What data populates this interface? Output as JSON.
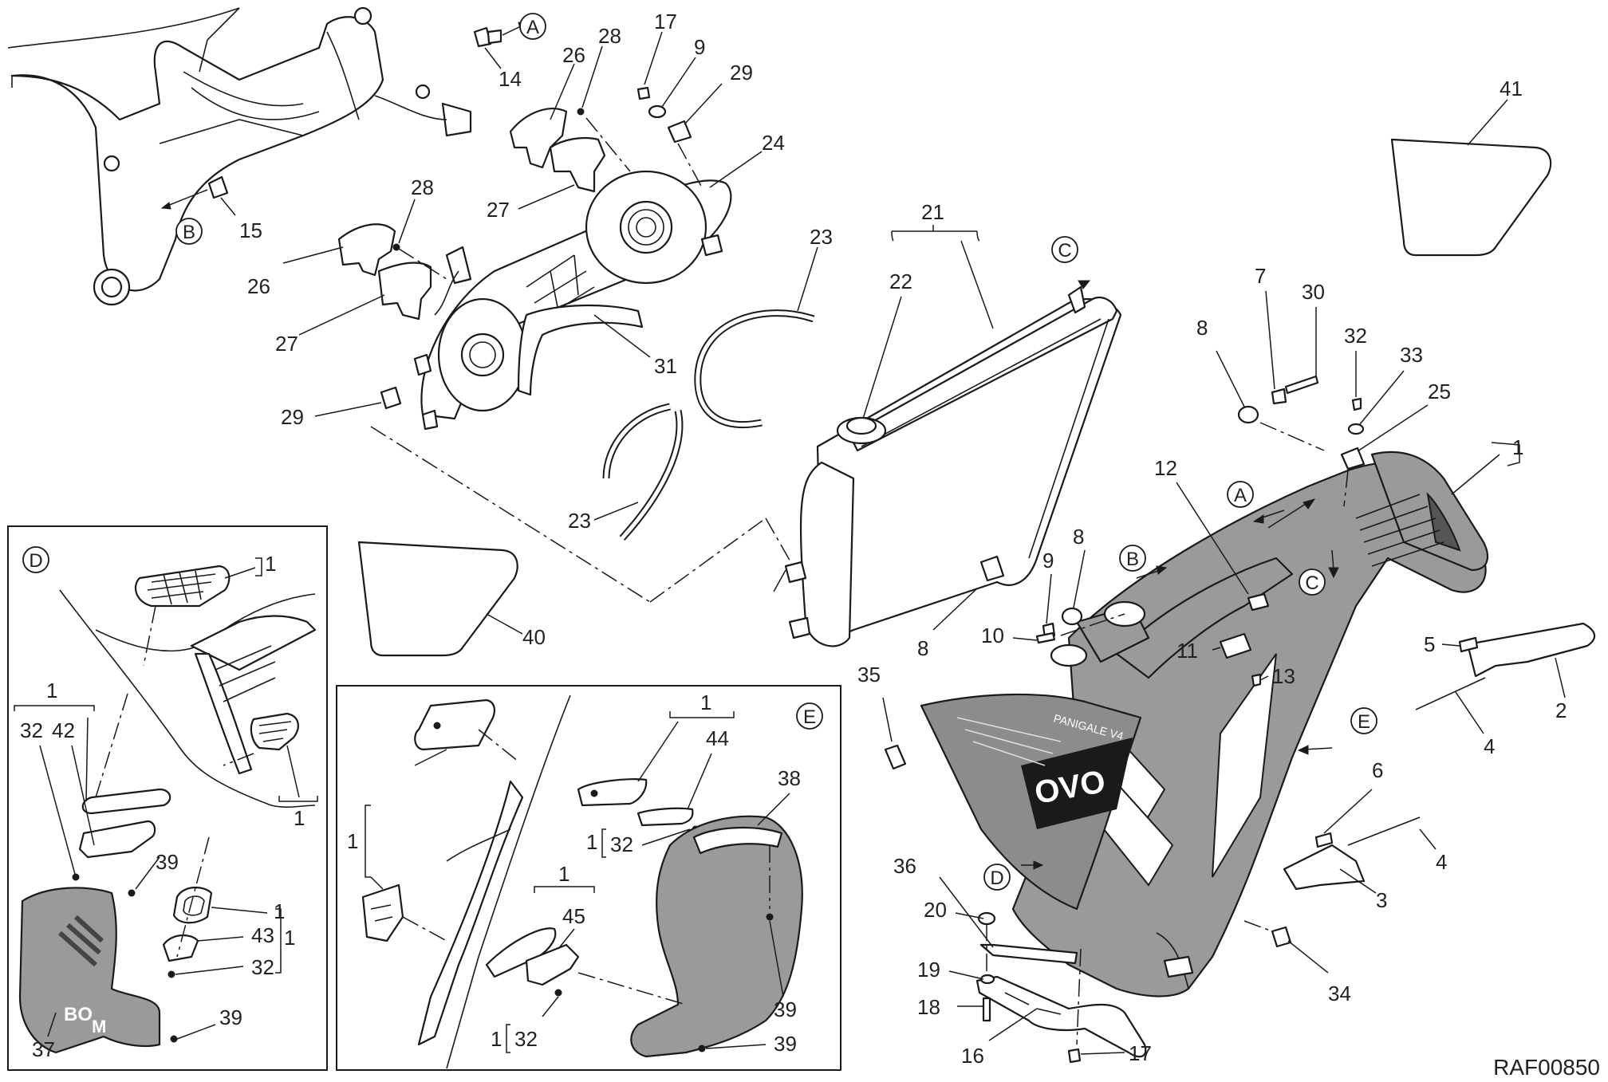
{
  "diagram_code": "RAF00850",
  "callouts": {
    "c1": "1",
    "c1b": "1",
    "c1c": "1",
    "c1d": "1",
    "c1e": "1",
    "c1f": "1",
    "c1g": "1",
    "c1h": "1",
    "c1i": "1",
    "c1j": "1",
    "c2": "2",
    "c3": "3",
    "c4a": "4",
    "c4b": "4",
    "c5": "5",
    "c6": "6",
    "c7": "7",
    "c8a": "8",
    "c8b": "8",
    "c8c": "8",
    "c9a": "9",
    "c9b": "9",
    "c10": "10",
    "c11": "11",
    "c12": "12",
    "c13": "13",
    "c14": "14",
    "c15": "15",
    "c16": "16",
    "c17a": "17",
    "c17b": "17",
    "c18": "18",
    "c19": "19",
    "c20": "20",
    "c21": "21",
    "c22": "22",
    "c23a": "23",
    "c23b": "23",
    "c24": "24",
    "c25": "25",
    "c26a": "26",
    "c26b": "26",
    "c27a": "27",
    "c27b": "27",
    "c28a": "28",
    "c28b": "28",
    "c29a": "29",
    "c29b": "29",
    "c30": "30",
    "c31": "31",
    "c32a": "32",
    "c32b": "32",
    "c32c": "32",
    "c32d": "32",
    "c32e": "32",
    "c33": "33",
    "c34": "34",
    "c35": "35",
    "c36": "36",
    "c37": "37",
    "c38": "38",
    "c39a": "39",
    "c39b": "39",
    "c39c": "39",
    "c39d": "39",
    "c40": "40",
    "c41": "41",
    "c42": "42",
    "c43": "43",
    "c44": "44",
    "c45": "45"
  },
  "refs": {
    "A1": "A",
    "A2": "A",
    "B1": "B",
    "B2": "B",
    "C1": "C",
    "C2": "C",
    "D1": "D",
    "D2": "D",
    "E1": "E",
    "E2": "E"
  },
  "decal": {
    "model": "PANIGALE V4",
    "logo": "OVO",
    "logo2": "BO",
    "logo3": "M"
  }
}
